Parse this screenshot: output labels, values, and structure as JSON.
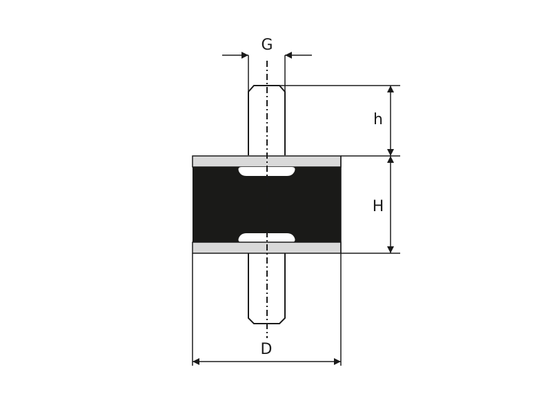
{
  "diagram": {
    "type": "technical-drawing",
    "subject": "cylindrical rubber anti-vibration mount with male threaded studs",
    "colors": {
      "line": "#1a1a1a",
      "rubber": "#1a1a18",
      "plate": "#d9d9d9",
      "background": "#ffffff"
    },
    "dimensions": {
      "G": {
        "label": "G",
        "meaning": "thread diameter"
      },
      "h": {
        "label": "h",
        "meaning": "stud length"
      },
      "H": {
        "label": "H",
        "meaning": "body height"
      },
      "D": {
        "label": "D",
        "meaning": "body diameter"
      }
    }
  }
}
